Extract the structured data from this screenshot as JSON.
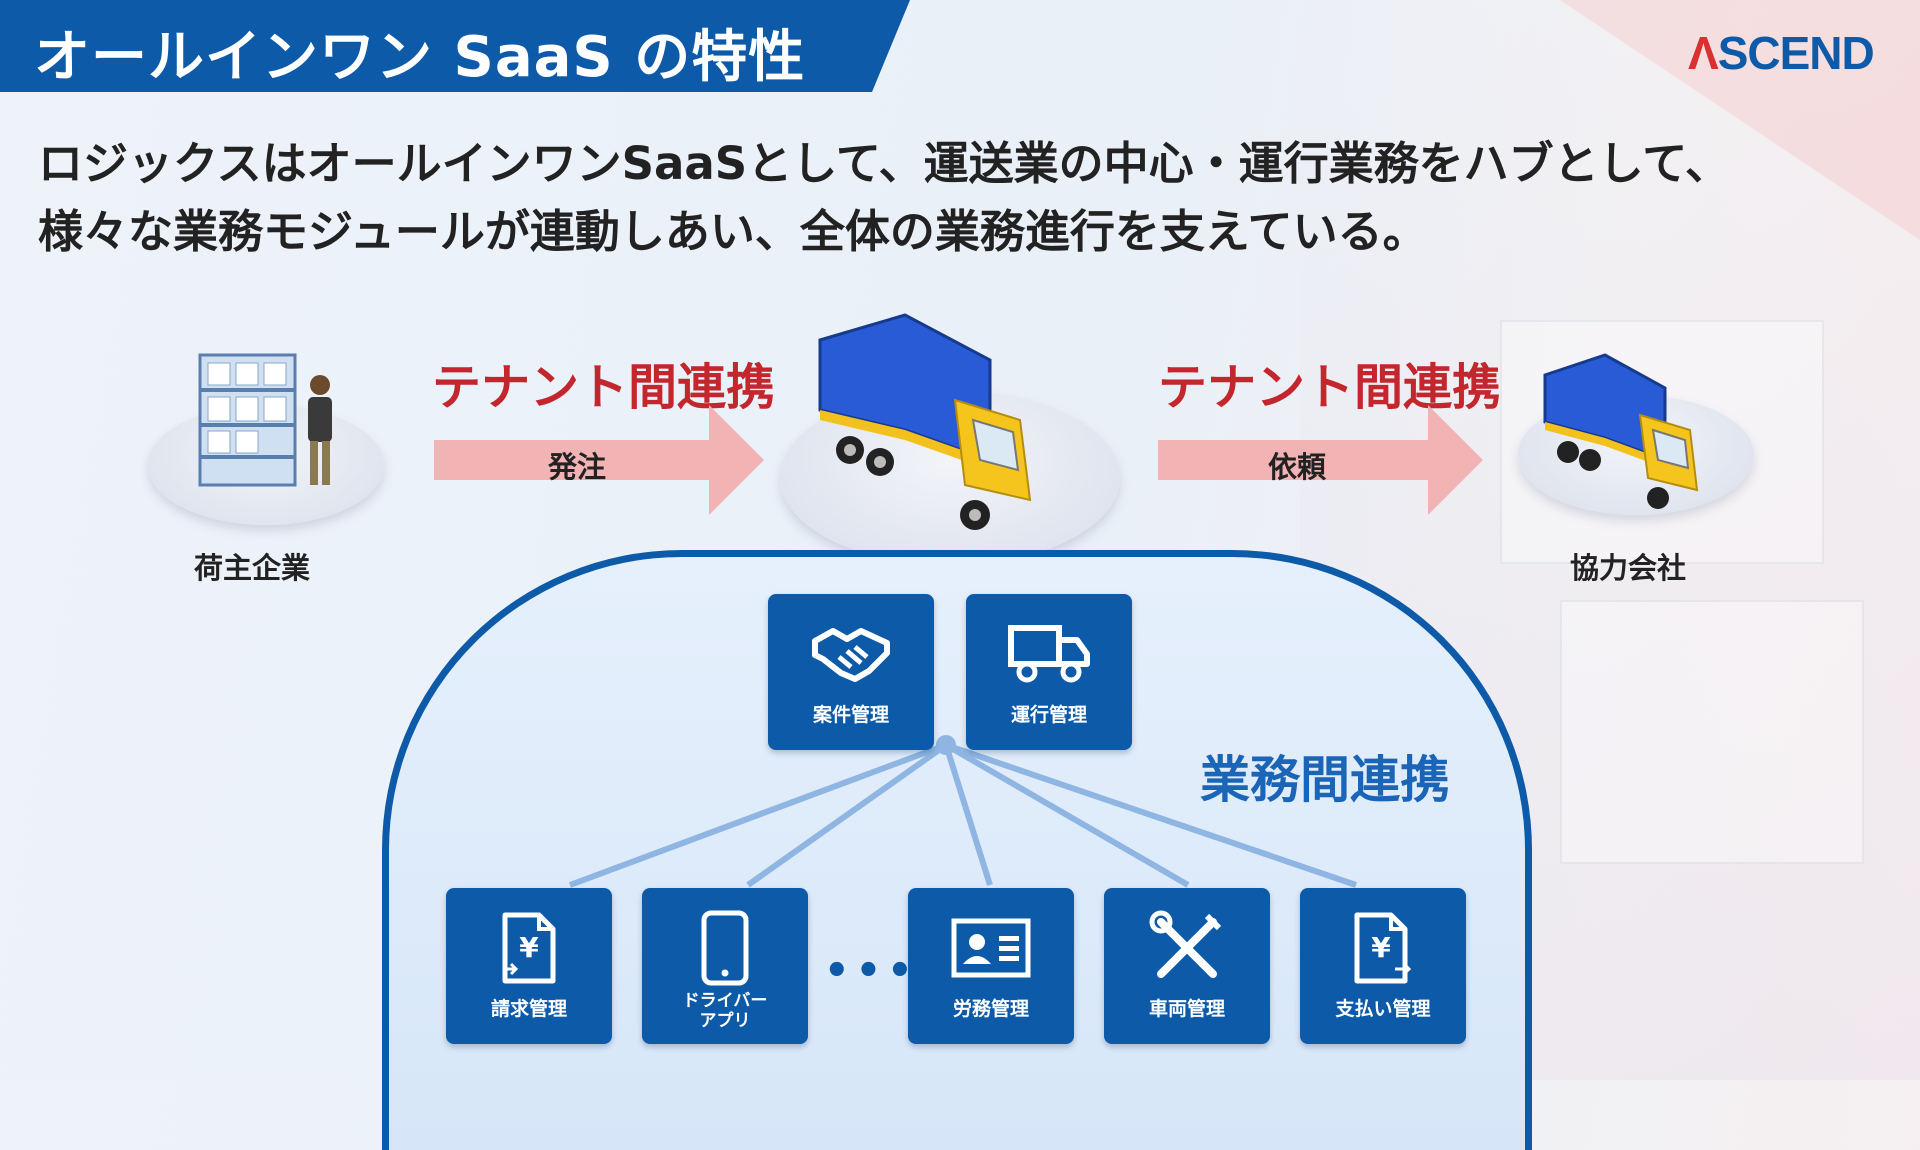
{
  "header": {
    "title": "オールインワン SaaS の特性",
    "logo_text": "ASCEND"
  },
  "lead": {
    "line1": "ロジックスはオールインワンSaaSとして、運送業の中心・運行業務をハブとして、",
    "line2": "様々な業務モジュールが連動しあい、全体の業務進行を支えている。"
  },
  "flow": {
    "shipper_label": "荷主企業",
    "partner_label": "協力会社",
    "tenant_link_left": "テナント間連携",
    "tenant_link_right": "テナント間連携",
    "order_label": "発注",
    "request_label": "依頼"
  },
  "hub": {
    "business_link": "業務間連携",
    "top_modules": [
      {
        "label": "案件管理",
        "icon": "handshake-icon"
      },
      {
        "label": "運行管理",
        "icon": "truck-icon"
      }
    ],
    "bottom_modules": [
      {
        "label": "請求管理",
        "icon": "yen-document-icon"
      },
      {
        "label_line1": "ドライバー",
        "label_line2": "アプリ",
        "icon": "smartphone-icon"
      },
      {
        "label": "労務管理",
        "icon": "id-card-icon"
      },
      {
        "label": "車両管理",
        "icon": "tools-icon"
      },
      {
        "label": "支払い管理",
        "icon": "yen-document-out-icon"
      }
    ],
    "more_indicator": "•••"
  },
  "colors": {
    "brand_blue": "#0d5aa8",
    "tenant_red": "#c3262c",
    "arrow_pink": "#f2b3b5"
  }
}
